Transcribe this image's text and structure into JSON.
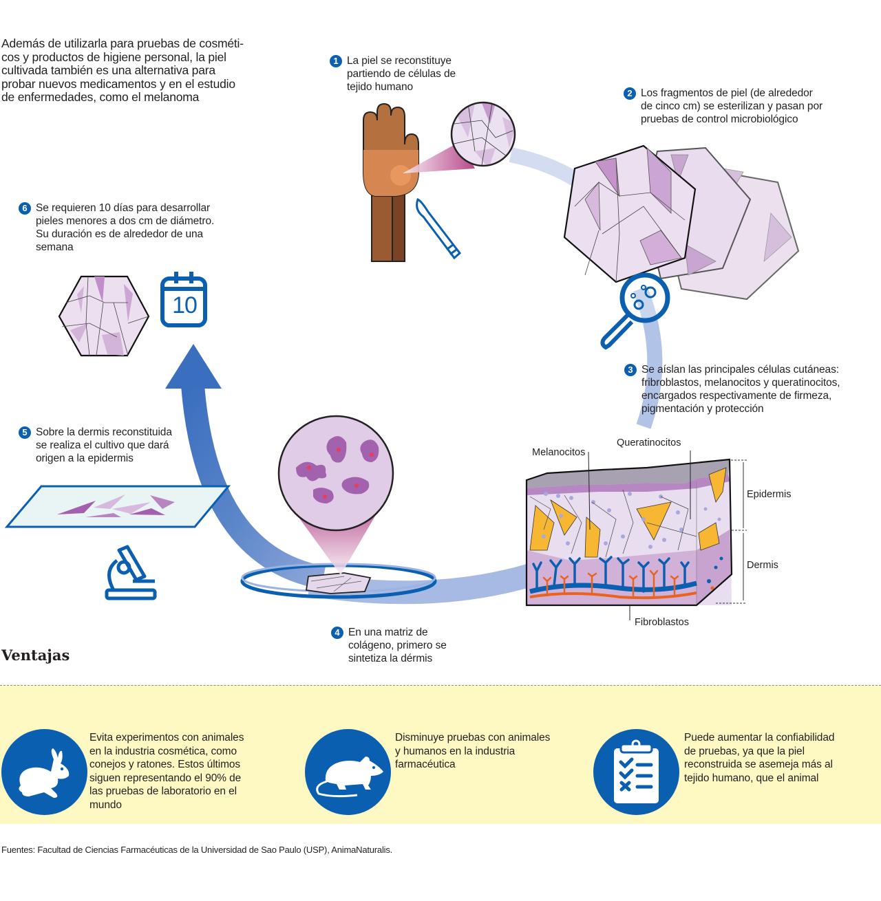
{
  "intro": "Además de utilizarla para pruebas de cosméticos y productos de higiene personal, la piel cultivada también es una alternativa para probar nuevos medicamentos y en el estudio de enfermedades, como el melanoma",
  "intro_lines": [
    "Además de utilizarla para pruebas de cosméti-",
    "cos y productos de higiene personal, la piel",
    "cultivada también es una alternativa para",
    "probar nuevos medicamentos y en el estudio",
    "de enfermedades, como el melanoma"
  ],
  "steps": [
    {
      "number": "1",
      "lines": [
        "La piel se reconstituye",
        "partiendo de células de",
        "tejido humano"
      ]
    },
    {
      "number": "2",
      "lines": [
        "Los fragmentos de piel (de alrededor",
        "de cinco cm) se esterilizan y pasan por",
        "pruebas de control microbiológico"
      ]
    },
    {
      "number": "3",
      "lines": [
        "Se aíslan las principales células cutáneas:",
        "fribroblastos, melanocitos y queratinocitos,",
        "encargados respectivamente de firmeza,",
        "pigmentación y protección"
      ]
    },
    {
      "number": "4",
      "lines": [
        "En una matriz de",
        "colágeno, primero se",
        "sintetiza la dérmis"
      ]
    },
    {
      "number": "5",
      "lines": [
        "Sobre la dermis reconstituida",
        "se realiza el cultivo que dará",
        "origen a la epidermis"
      ]
    },
    {
      "number": "6",
      "lines": [
        "Se requieren 10 días para desarrollar",
        "pieles menores a dos cm de diámetro.",
        "Su duración es de alrededor de una",
        "semana"
      ]
    }
  ],
  "calendar_day": "10",
  "skin_diagram": {
    "melanocitos": "Melanocitos",
    "queratinocitos": "Queratinocitos",
    "epidermis": "Epidermis",
    "dermis": "Dermis",
    "fibroblastos": "Fibroblastos"
  },
  "ventajas": {
    "title": "Ventajas",
    "items": [
      {
        "icon": "rabbit-icon",
        "lines": [
          "Evita experimentos con animales",
          "en la industria cosmética, como",
          "conejos y ratones. Estos últimos",
          "siguen representando el 90% de",
          "las pruebas de laboratorio en el",
          "mundo"
        ]
      },
      {
        "icon": "rat-icon",
        "lines": [
          "Disminuye pruebas con animales",
          "y humanos en la industria",
          "farmacéutica"
        ]
      },
      {
        "icon": "clipboard-checklist-icon",
        "lines": [
          "Puede aumentar la confiabilidad",
          "de pruebas, ya que la piel",
          "reconstruida se asemeja más al",
          "tejido humano, que el animal"
        ]
      }
    ]
  },
  "source": "Fuentes: Facultad de Ciencias Farmacéuticas de la Universidad de Sao Paulo (USP), AnimaNaturalis.",
  "colors": {
    "brand_blue": "#0a5fb0",
    "arrow_blue": "#4d7cc4",
    "arrow_light": "#c8d4ee",
    "skin_lilac": "#ecdff0",
    "skin_purple": "#c59ccb",
    "melanocyte_yellow": "#f7b733",
    "artery_orange": "#e8641e",
    "vein_blue": "#0a5fb0",
    "band_yellow": "#fef8c3"
  }
}
